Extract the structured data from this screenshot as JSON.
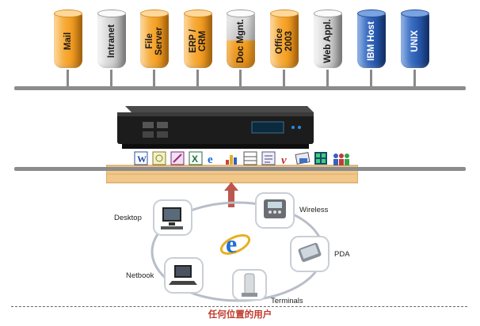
{
  "servers": [
    {
      "label": "Mail",
      "color": "orange"
    },
    {
      "label": "Intranet",
      "color": "gray"
    },
    {
      "label": "File\nServer",
      "color": "orange"
    },
    {
      "label": "ERP /\nCRM",
      "color": "orange"
    },
    {
      "label": "Doc Mgnt.",
      "color": "mixed"
    },
    {
      "label": "Office\n2003",
      "color": "orange"
    },
    {
      "label": "Web Appl.",
      "color": "gray"
    },
    {
      "label": "IBM Host",
      "color": "blue"
    },
    {
      "label": "UNIX",
      "color": "blue"
    }
  ],
  "devices": {
    "desktop": "Desktop",
    "wireless": "Wireless",
    "pda": "PDA",
    "netbook": "Netbook",
    "terminals": "Terminals"
  },
  "caption": "任何位置的用户",
  "colors": {
    "server_orange": "#f5a126",
    "server_gray": "#cfcfcf",
    "server_blue": "#2d5fb6",
    "firewall": "#f2c88a",
    "arrow": "#b03a2e",
    "caption": "#c0392b"
  }
}
